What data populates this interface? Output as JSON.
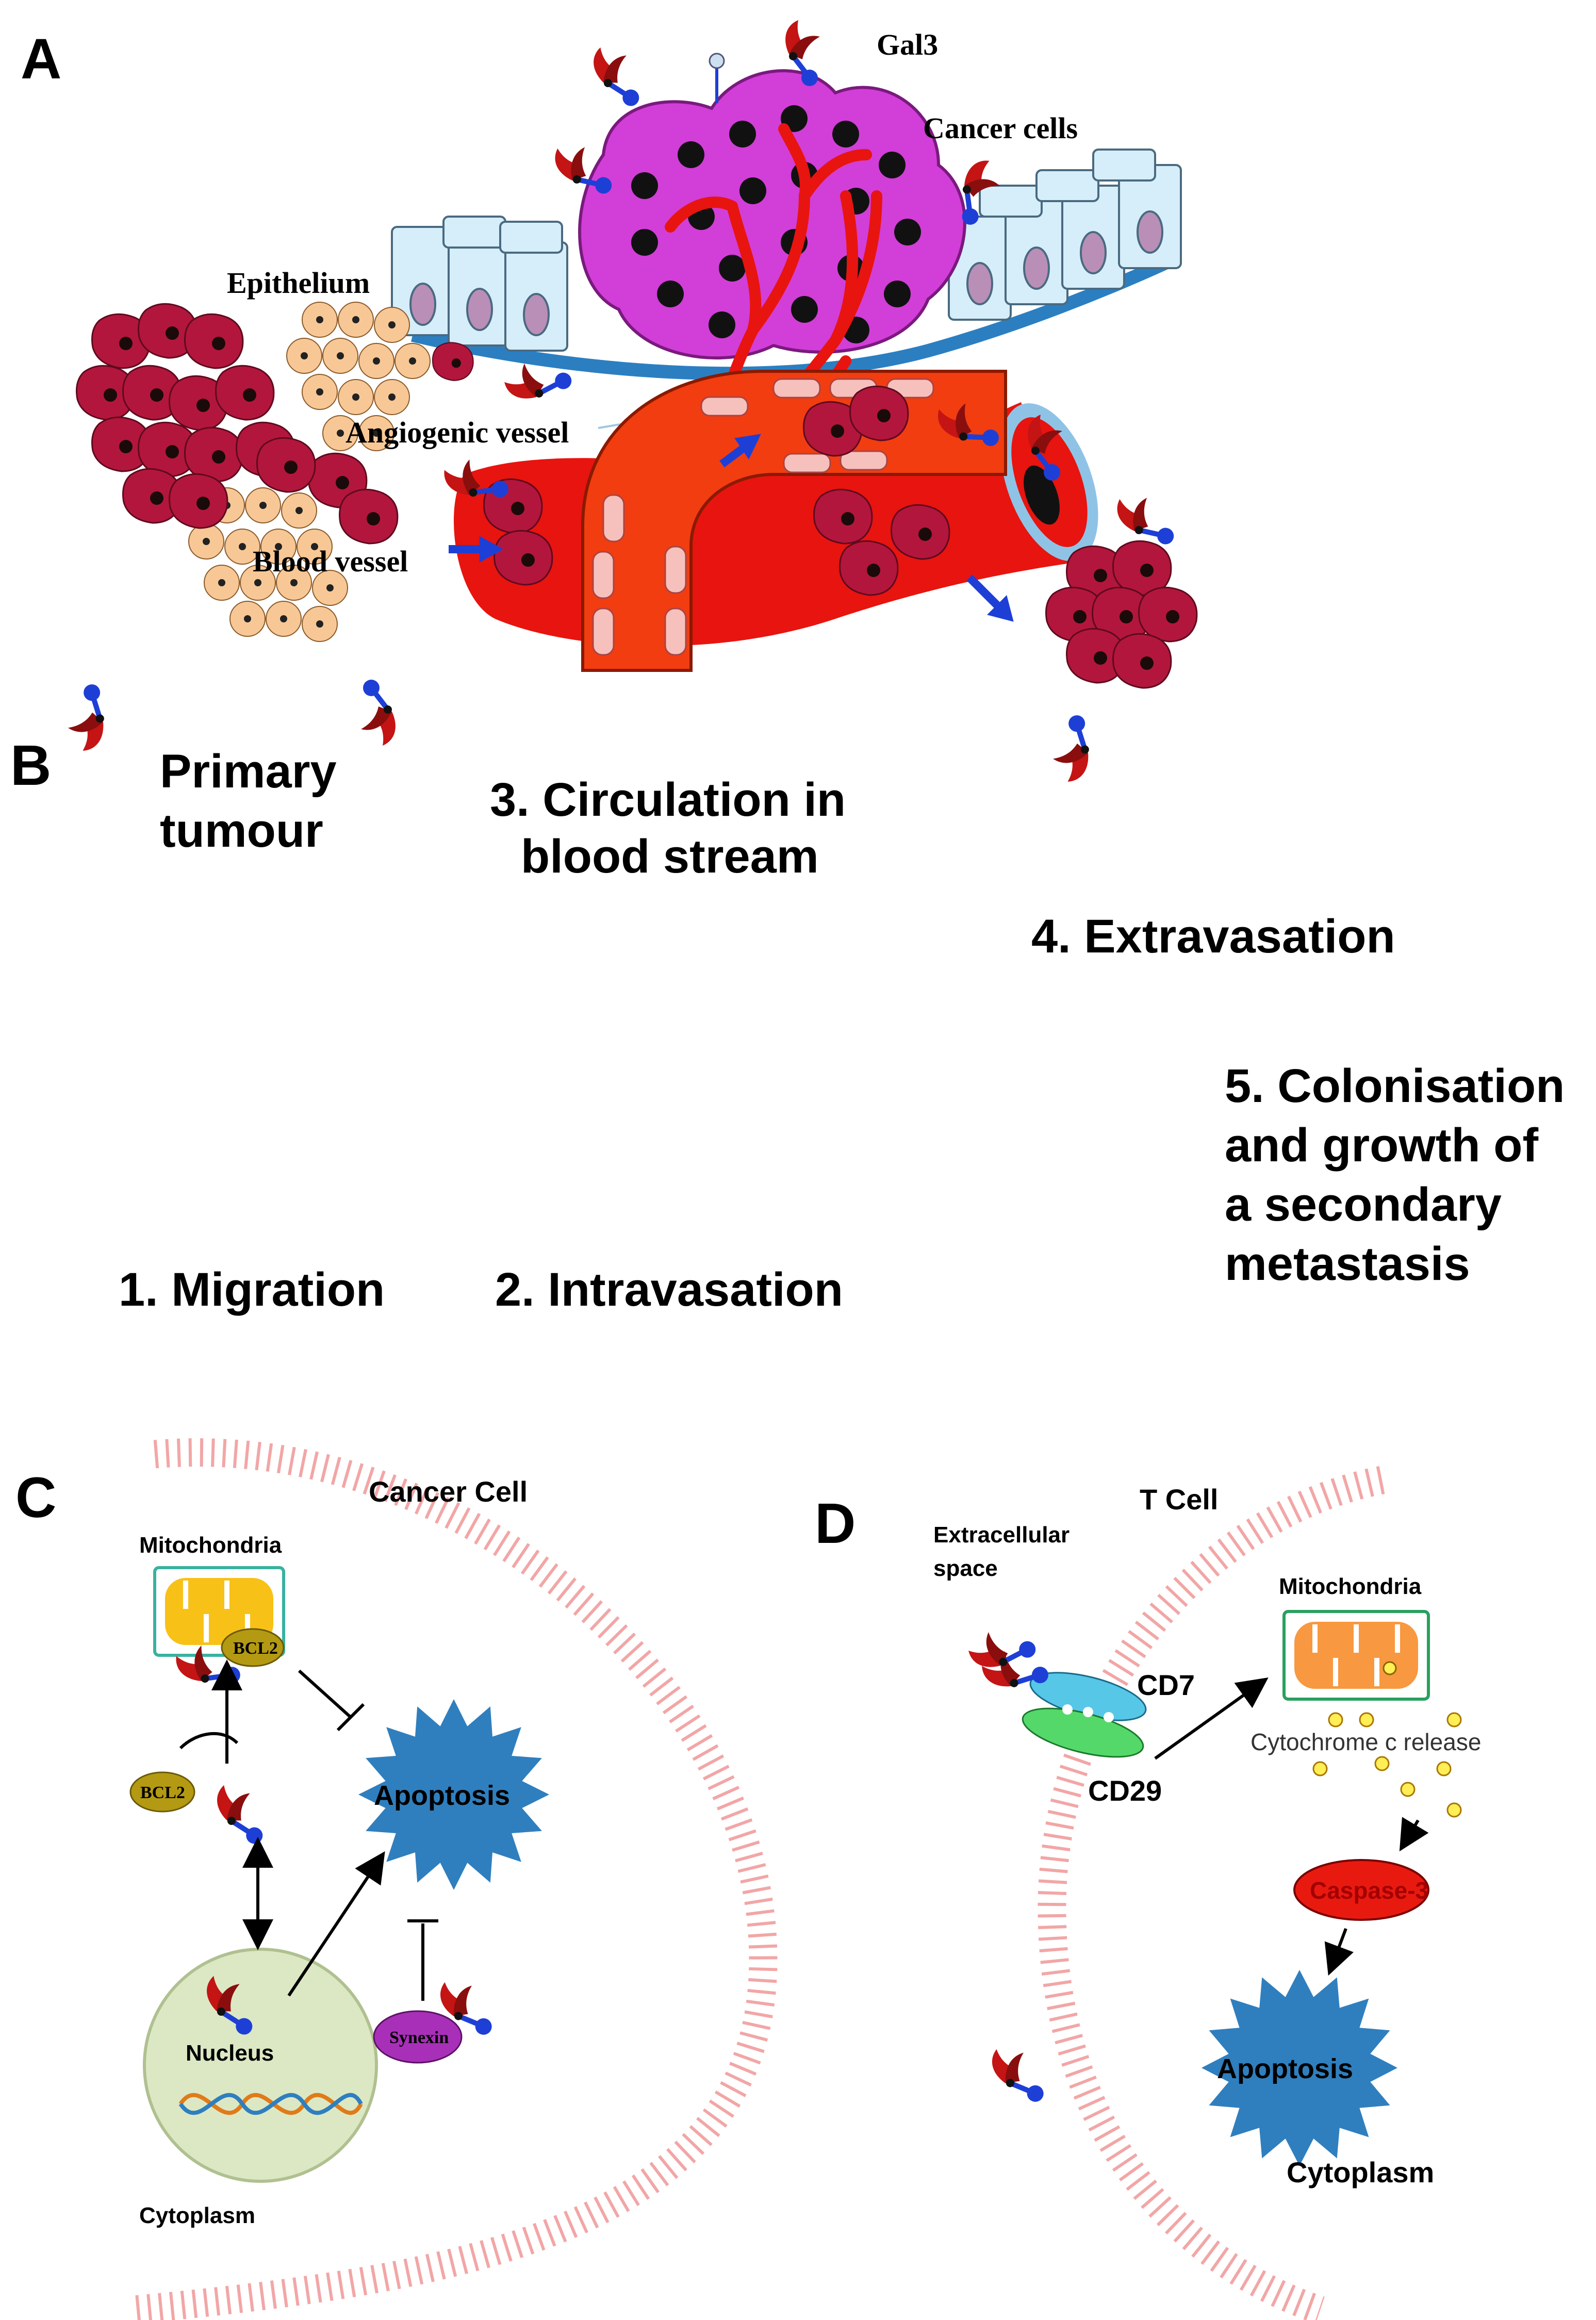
{
  "panel_a": {
    "label": "A",
    "gal3": "Gal3",
    "cancer_cells": "Cancer cells",
    "epithelium": "Epithelium",
    "angiogenic_vessel": "Angiogenic vessel",
    "blood_vessel": "Blood vessel"
  },
  "panel_b": {
    "label": "B",
    "primary_tumour_1": "Primary",
    "primary_tumour_2": "tumour",
    "circulation_1": "3. Circulation in",
    "circulation_2": "blood stream",
    "extravasation": "4. Extravasation",
    "colonisation_1": "5. Colonisation",
    "colonisation_2": "and growth of",
    "colonisation_3": "a secondary",
    "colonisation_4": "metastasis",
    "migration": "1. Migration",
    "intravasation": "2. Intravasation"
  },
  "panel_c": {
    "label": "C",
    "cancer_cell": "Cancer Cell",
    "mitochondria": "Mitochondria",
    "bcl2_a": "BCL2",
    "bcl2_b": "BCL2",
    "apoptosis": "Apoptosis",
    "nucleus": "Nucleus",
    "synexin": "Synexin",
    "cytoplasm": "Cytoplasm"
  },
  "panel_d": {
    "label": "D",
    "t_cell": "T Cell",
    "extracellular_1": "Extracellular",
    "extracellular_2": "space",
    "mitochondria": "Mitochondria",
    "cd7": "CD7",
    "cd29": "CD29",
    "cytochrome": "Cytochrome c release",
    "caspase": "Caspase-3",
    "apoptosis": "Apoptosis",
    "cytoplasm": "Cytoplasm"
  },
  "colors": {
    "vessel_red": "#e8140f",
    "cancer_magenta": "#d23ed8",
    "membrane_pink": "#f2a6a6",
    "apoptosis_blue": "#2f7fbf",
    "tumour_crimson": "#b3163c",
    "normal_peach": "#f7c896",
    "gal3_blue": "#1e3fd6",
    "gal3_red": "#c41414"
  }
}
